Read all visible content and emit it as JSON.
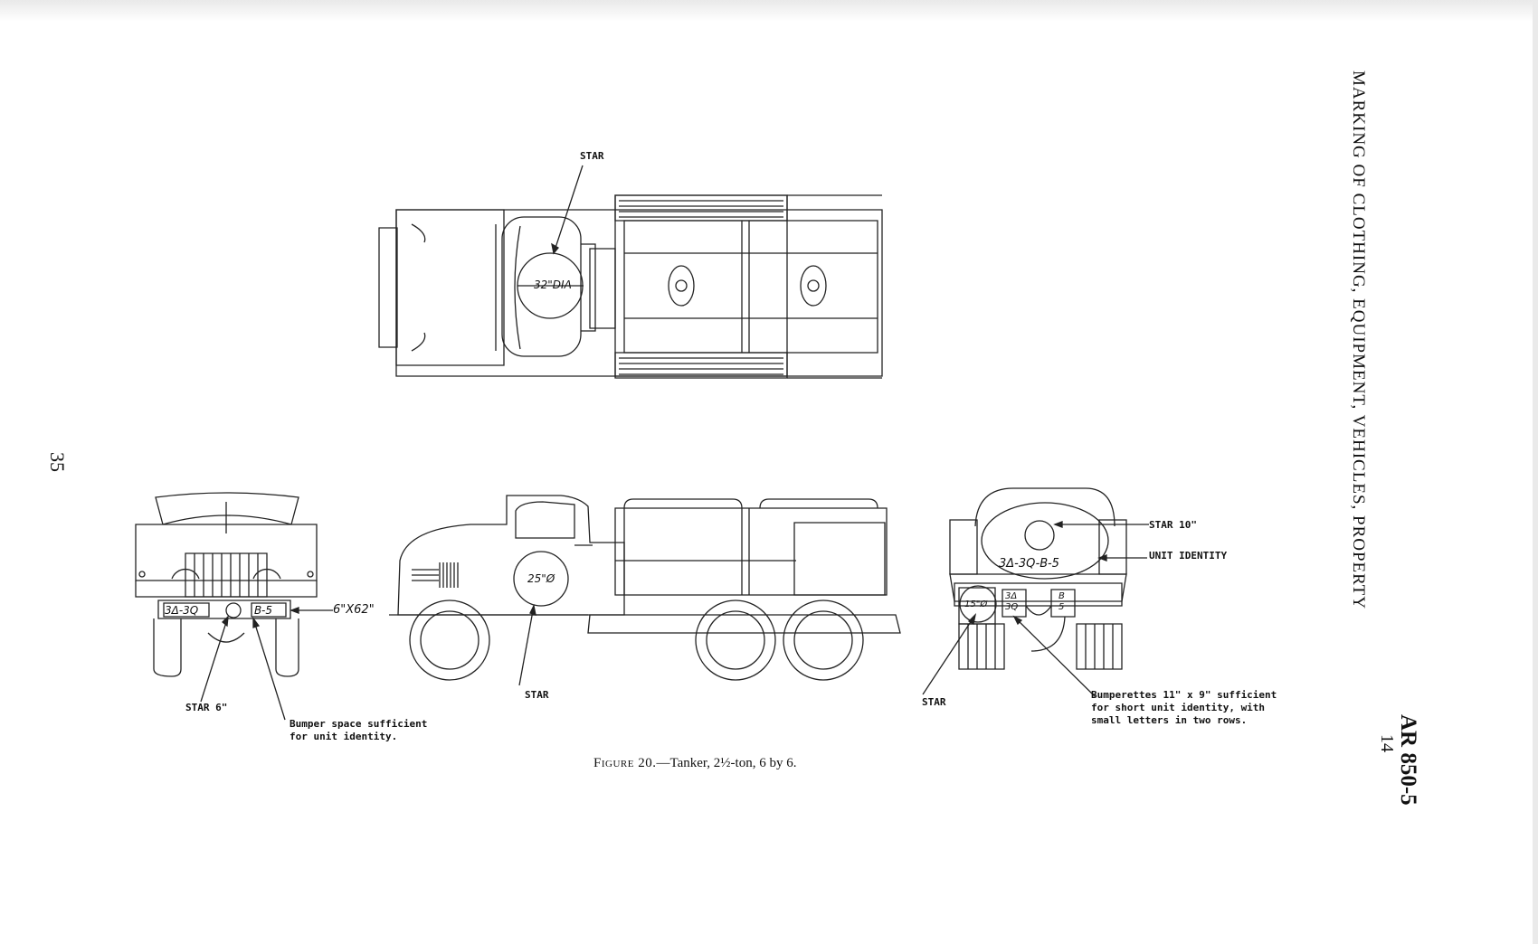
{
  "header": {
    "running_title": "MARKING OF CLOTHING, EQUIPMENT, VEHICLES, PROPERTY",
    "section_number": "14",
    "ar_number": "AR 850-5"
  },
  "page_number": "35",
  "figure": {
    "caption_prefix": "Figure 20.",
    "caption_text": "—Tanker, 2½-ton, 6 by 6."
  },
  "top_view": {
    "star_label": "STAR",
    "star_dim": "32\"DIA"
  },
  "front_view": {
    "star_label": "STAR 6\"",
    "bumper_dim": "6\"X62\"",
    "bumper_left": "3Δ-3Q",
    "bumper_right": "B-5",
    "bumper_note": "Bumper space sufficient\nfor unit identity."
  },
  "side_view": {
    "star_label": "STAR",
    "star_dim": "25\"Ø"
  },
  "rear_view": {
    "star_label_top": "STAR 10\"",
    "unit_identity_label": "UNIT IDENTITY",
    "tank_identity": "3Δ-3Q-B-5",
    "star_label": "STAR",
    "star_dim": "15\"Ø",
    "bumperette_left": "3Δ\n3Q",
    "bumperette_right": "B\n5",
    "bumperette_note": "Bumperettes 11\" x 9\" sufficient\nfor short unit identity, with\nsmall letters in two rows."
  }
}
